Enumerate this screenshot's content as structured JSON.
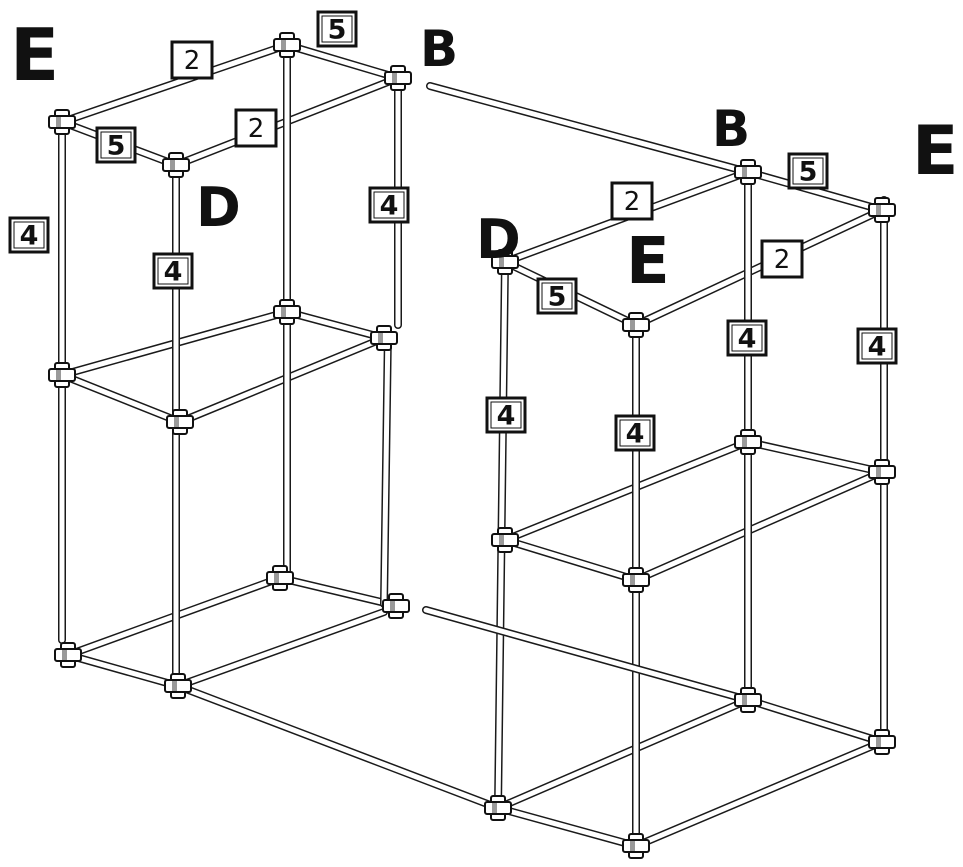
{
  "part_labels": {
    "E_left": "E",
    "E_right": "E",
    "E_center": "E",
    "B_left": "B",
    "B_right": "B",
    "D_left": "D",
    "D_right": "D"
  },
  "pipe_numbers": {
    "top_front_left_short": "5",
    "top_back_left_short": "5",
    "top_left_long_back": "2",
    "top_left_long_mid": "2",
    "left_post_far": "4",
    "left_post_front": "4",
    "left_post_back": "4",
    "right_top_back_short": "5",
    "right_top_front_short": "5",
    "right_top_long_back": "2",
    "right_top_long_front": "2",
    "right_post_front_left": "4",
    "right_post_front_right": "4",
    "right_post_back": "4",
    "right_post_far": "4"
  },
  "colors": {
    "ink": "#111111",
    "pipe_fill": "#ffffff",
    "background": "#ffffff"
  }
}
